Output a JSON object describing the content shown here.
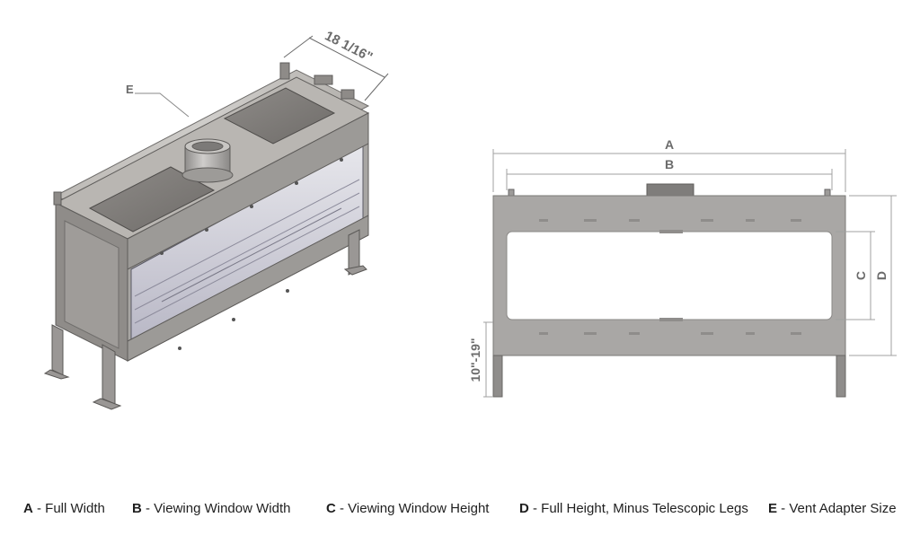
{
  "iso_view": {
    "depth_dimension": "18 1/16\"",
    "callout_e": "E"
  },
  "front_view": {
    "label_a": "A",
    "label_b": "B",
    "label_c": "C",
    "label_d": "D",
    "leg_dimension": "10\"-19\""
  },
  "legend": [
    {
      "letter": "A",
      "text": " - Full Width"
    },
    {
      "letter": "B",
      "text": " - Viewing Window Width"
    },
    {
      "letter": "C",
      "text": " - Viewing Window Height"
    },
    {
      "letter": "D",
      "text": " - Full Height, Minus Telescopic Legs"
    },
    {
      "letter": "E",
      "text": " - Vent Adapter Size"
    }
  ],
  "colors": {
    "steel": "#a9a7a5",
    "steel_dark": "#6f6d6b",
    "dimension_line": "#9a9a9a",
    "legend_text": "#1f1f1f"
  }
}
